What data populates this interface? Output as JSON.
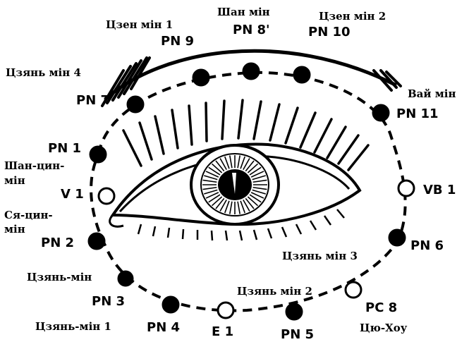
{
  "colors": {
    "ink": "#000000",
    "background": "#ffffff"
  },
  "labels": {
    "czen_min_1": "Цзен мін 1",
    "shan_min": "Шан мін",
    "czen_min_2": "Цзен мін 2",
    "pn9": "PN 9",
    "pn8": "PN 8'",
    "pn10": "PN 10",
    "czian_min_4": "Цзянь мін 4",
    "pn7": "PN 7",
    "vai_min": "Вай мін",
    "pn11": "PN 11",
    "pn1": "PN 1",
    "shan_tsin_1": "Шан-цин-",
    "shan_tsin_2": "мін",
    "v1": "V 1",
    "vb1": "VB 1",
    "sia_tsin_1": "Ся-цин-",
    "sia_tsin_2": "мін",
    "pn2": "PN 2",
    "czian_min_3": "Цзянь мін 3",
    "pn6": "PN 6",
    "czian_min_a": "Цзянь-мін",
    "czian_min_2": "Цзянь мін 2",
    "pn3": "PN 3",
    "pc8": "PC 8",
    "czian_min_1": "Цзянь-мін 1",
    "pn4": "PN 4",
    "e1": "E 1",
    "pn5": "PN 5",
    "tsiu_khou": "Цю-Хоу"
  },
  "points": [
    {
      "id": "pn9",
      "filled": true
    },
    {
      "id": "pn8",
      "filled": true
    },
    {
      "id": "pn10",
      "filled": true
    },
    {
      "id": "pn7",
      "filled": true
    },
    {
      "id": "pn11",
      "filled": true
    },
    {
      "id": "pn1",
      "filled": true
    },
    {
      "id": "v1",
      "filled": false
    },
    {
      "id": "vb1",
      "filled": false
    },
    {
      "id": "pn2",
      "filled": true
    },
    {
      "id": "pn6",
      "filled": true
    },
    {
      "id": "pn3",
      "filled": true
    },
    {
      "id": "pc8",
      "filled": false
    },
    {
      "id": "pn4",
      "filled": true
    },
    {
      "id": "e1",
      "filled": false
    },
    {
      "id": "pn5",
      "filled": true
    }
  ]
}
